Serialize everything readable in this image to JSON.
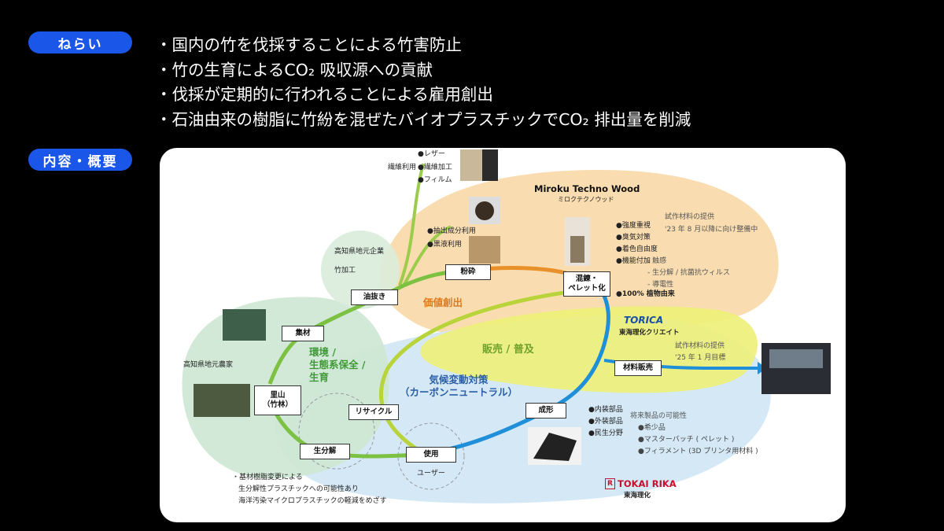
{
  "header": {
    "aim_label": "ねらい",
    "aims": [
      "国内の竹を伐採することによる竹害防止",
      "竹の生育によるCO₂ 吸収源への貢献",
      "伐採が定期的に行われることによる雇用創出",
      "石油由来の樹脂に竹紛を混ぜたバイオプラスチックでCO₂ 排出量を削減"
    ],
    "content_label": "内容・概要"
  },
  "diagram": {
    "left_labels": {
      "farmer": "高知県地元農家",
      "company": "高知県地元企業",
      "bamboo_processing": "竹加工"
    },
    "nodes": {
      "satoyama": "里山\n（竹林）",
      "cutting": "集材",
      "oil_removal": "油抜き",
      "grinding": "粉砕",
      "kneading": "混錬・\nペレット化",
      "material_sales": "材料販売",
      "molding": "成形",
      "use": "使用",
      "recycle": "リサイクル",
      "biodegradation": "生分解"
    },
    "zones": {
      "environment": "環境 /\n生態系保全 /\n生育",
      "value_creation": "価値創出",
      "sales": "販売 / 普及",
      "climate": "気候変動対策\n（カーボンニュートラル）"
    },
    "fiber": {
      "items": [
        "●レザー",
        "●繊維加工",
        "●フィルム"
      ],
      "label": "繊維利用"
    },
    "extract": [
      "●抽出成分利用",
      "●黒液利用"
    ],
    "miroku": {
      "name": "Miroku Techno Wood",
      "kana": "ミロクテクノウッド"
    },
    "features": [
      "●強度重視",
      "●臭気対策",
      "●着色自由度",
      "●機能付加",
      "●100% 植物由来"
    ],
    "functions": [
      "- 触感",
      "- 生分解 / 抗菌抗ウィルス",
      "- 導電性"
    ],
    "trial_1": {
      "line1": "試作材料の提供",
      "line2": "'23 年 8 月以降に向け整備中"
    },
    "torica": {
      "name": "TORICA",
      "kana": "東海理化クリエイト"
    },
    "trial_2": {
      "line1": "試作材料の提供",
      "line2": "'25 年 1 月目標"
    },
    "parts": [
      "●内装部品",
      "●外装部品",
      "●民生分野"
    ],
    "future": {
      "title": "将来製品の可能性",
      "items": [
        "●希少品",
        "●マスターバッチ ( ペレット )",
        "●フィラメント (3D プリンタ用材料 )"
      ]
    },
    "user": "ユーザー",
    "notes": [
      "・基材樹脂変更による",
      "生分解性プラスチックへの可能性あり",
      "海洋汚染マイクロプラスチックの軽減をめざす"
    ],
    "tokai": {
      "name": "TOKAI RIKA",
      "kana": "東海理化",
      "mark": "R"
    }
  },
  "colors": {
    "tag": "#1a56e8",
    "green_zone": "#cfe8d4",
    "orange_zone": "#f9ddb0",
    "yellow_zone": "#eef07a",
    "blue_zone": "#cfe6f5",
    "green_flow": "#6cbd45",
    "orange_flow": "#e8902a",
    "blue_flow": "#1e8fd8"
  }
}
